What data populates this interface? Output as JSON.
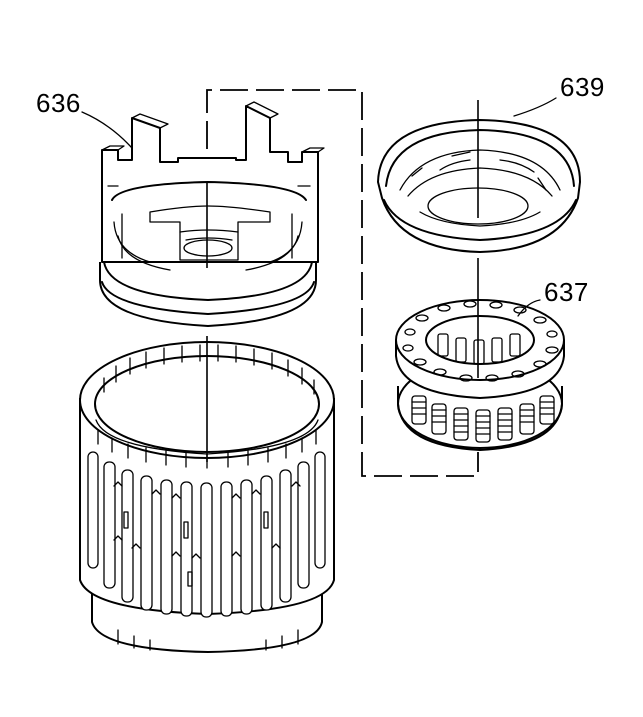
{
  "callouts": {
    "c636": "636",
    "c639": "639",
    "c637": "637"
  }
}
